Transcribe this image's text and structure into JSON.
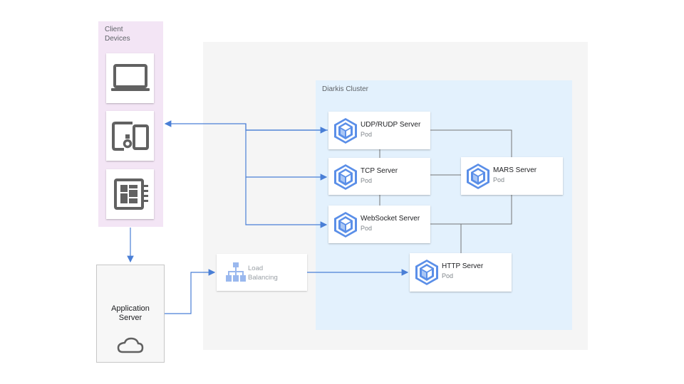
{
  "client_devices": {
    "label": "Client\nDevices",
    "devices": [
      {
        "icon": "laptop-icon"
      },
      {
        "icon": "mobile-devices-icon"
      },
      {
        "icon": "iot-device-icon"
      }
    ]
  },
  "application_server": {
    "label": "Application\nServer",
    "icon": "cloud-icon"
  },
  "load_balancing": {
    "label": "Load\nBalancing",
    "icon": "load-balancing-icon"
  },
  "cluster": {
    "label": "Diarkis Cluster"
  },
  "pods": [
    {
      "id": "udp",
      "title": "UDP/RUDP Server",
      "subtitle": "Pod"
    },
    {
      "id": "tcp",
      "title": "TCP Server",
      "subtitle": "Pod"
    },
    {
      "id": "ws",
      "title": "WebSocket Server",
      "subtitle": "Pod"
    },
    {
      "id": "mars",
      "title": "MARS Server",
      "subtitle": "Pod"
    },
    {
      "id": "http",
      "title": "HTTP Server",
      "subtitle": "Pod"
    }
  ],
  "colors": {
    "arrow": "#4a7fd6",
    "connector": "#757575",
    "pod_icon": "#5b8fe8",
    "client_bg": "#f3e5f5",
    "cluster_bg": "#e3f1fd"
  }
}
